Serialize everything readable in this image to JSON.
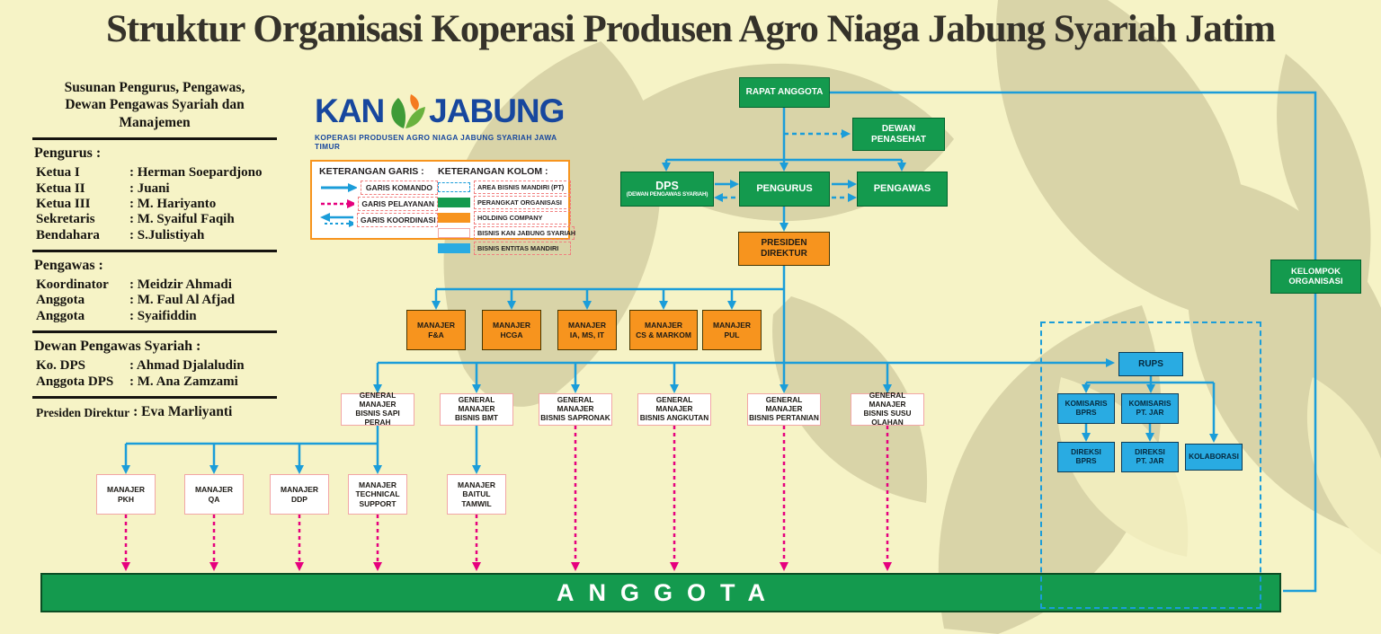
{
  "title": "Struktur Organisasi Koperasi Produsen Agro Niaga Jabung Syariah Jatim",
  "colors": {
    "background": "#f6f3c6",
    "watermark": "#d9d4a8",
    "green_box": "#149a4e",
    "orange_box": "#f7941e",
    "blue_box": "#29abe2",
    "line_komando_blue": "#1b9dd9",
    "line_pelayanan_magenta": "#e6007e",
    "logo_blue": "#17479e",
    "white_box_border_pink": "#f2a6a6"
  },
  "roster": {
    "heading_line1": "Susunan Pengurus, Pengawas,",
    "heading_line2": "Dewan Pengawas Syariah dan Manajemen",
    "sections": [
      {
        "heading": "Pengurus :",
        "rows": [
          {
            "label": "Ketua I",
            "value": ": Herman Soepardjono"
          },
          {
            "label": "Ketua II",
            "value": ": Juani"
          },
          {
            "label": "Ketua III",
            "value": ": M. Hariyanto"
          },
          {
            "label": "Sekretaris",
            "value": ": M. Syaiful Faqih"
          },
          {
            "label": "Bendahara",
            "value": ": S.Julistiyah"
          }
        ]
      },
      {
        "heading": "Pengawas :",
        "rows": [
          {
            "label": "Koordinator",
            "value": ": Meidzir Ahmadi"
          },
          {
            "label": "Anggota",
            "value": ": M. Faul Al Afjad"
          },
          {
            "label": "Anggota",
            "value": ": Syaifiddin"
          }
        ]
      },
      {
        "heading": "Dewan Pengawas Syariah :",
        "rows": [
          {
            "label": "Ko. DPS",
            "value": ": Ahmad Djalaludin"
          },
          {
            "label": "Anggota DPS",
            "value": ": M. Ana Zamzami"
          }
        ]
      }
    ],
    "footer": {
      "label": "Presiden Direktur",
      "value": ": Eva Marliyanti"
    }
  },
  "logo": {
    "word1": "KAN",
    "word2": "JABUNG",
    "tagline": "KOPERASI PRODUSEN AGRO NIAGA JABUNG SYARIAH JAWA TIMUR"
  },
  "legend": {
    "garis_heading": "KETERANGAN GARIS :",
    "kolom_heading": "KETERANGAN KOLOM :",
    "garis": [
      {
        "label": "GARIS KOMANDO"
      },
      {
        "label": "GARIS PELAYANAN"
      },
      {
        "label": "GARIS KOORDINASI"
      }
    ],
    "kolom": [
      {
        "label": "AREA BISNIS MANDIRI (PT)"
      },
      {
        "label": "PERANGKAT ORGANISASI"
      },
      {
        "label": "HOLDING COMPANY"
      },
      {
        "label": "BISNIS KAN JABUNG SYARIAH"
      },
      {
        "label": "BISNIS ENTITAS MANDIRI"
      }
    ]
  },
  "nodes": {
    "rapat_anggota": {
      "label": "RAPAT ANGGOTA"
    },
    "dewan_penasehat": {
      "line1": "DEWAN",
      "line2": "PENASEHAT"
    },
    "dps": {
      "line1": "DPS",
      "line2": "(DEWAN PENGAWAS SYARIAH)"
    },
    "pengurus": {
      "label": "PENGURUS"
    },
    "pengawas": {
      "label": "PENGAWAS"
    },
    "presiden_direktur": {
      "line1": "PRESIDEN",
      "line2": "DIREKTUR"
    },
    "kelompok_organisasi": {
      "line1": "KELOMPOK",
      "line2": "ORGANISASI"
    },
    "manajer_row": [
      {
        "line1": "MANAJER",
        "line2": "F&A"
      },
      {
        "line1": "MANAJER",
        "line2": "HCGA"
      },
      {
        "line1": "MANAJER",
        "line2": "IA, MS, IT"
      },
      {
        "line1": "MANAJER",
        "line2": "CS & MARKOM"
      },
      {
        "line1": "MANAJER",
        "line2": "PUL"
      }
    ],
    "gm_row": [
      {
        "line1": "GENERAL MANAJER",
        "line2": "BISNIS SAPI PERAH"
      },
      {
        "line1": "GENERAL MANAJER",
        "line2": "BISNIS BMT"
      },
      {
        "line1": "GENERAL MANAJER",
        "line2": "BISNIS SAPRONAK"
      },
      {
        "line1": "GENERAL MANAJER",
        "line2": "BISNIS ANGKUTAN"
      },
      {
        "line1": "GENERAL MANAJER",
        "line2": "BISNIS PERTANIAN"
      },
      {
        "line1": "GENERAL MANAJER",
        "line2": "BISNIS SUSU OLAHAN"
      }
    ],
    "sub_row": [
      {
        "line1": "MANAJER",
        "line2": "PKH"
      },
      {
        "line1": "MANAJER",
        "line2": "QA"
      },
      {
        "line1": "MANAJER",
        "line2": "DDP"
      },
      {
        "line1": "MANAJER",
        "line2": "TECHNICAL SUPPORT"
      },
      {
        "line1": "MANAJER",
        "line2": "BAITUL TAMWIL"
      }
    ],
    "bprs_cluster": {
      "rups": {
        "label": "RUPS"
      },
      "komisaris_bprs": {
        "line1": "KOMISARIS",
        "line2": "BPRS"
      },
      "komisaris_ptjar": {
        "line1": "KOMISARIS",
        "line2": "PT. JAR"
      },
      "direksi_bprs": {
        "line1": "DIREKSI",
        "line2": "BPRS"
      },
      "direksi_ptjar": {
        "line1": "DIREKSI",
        "line2": "PT. JAR"
      },
      "kolaborasi": {
        "label": "KOLABORASI"
      }
    },
    "anggota": {
      "label": "ANGGOTA"
    }
  }
}
